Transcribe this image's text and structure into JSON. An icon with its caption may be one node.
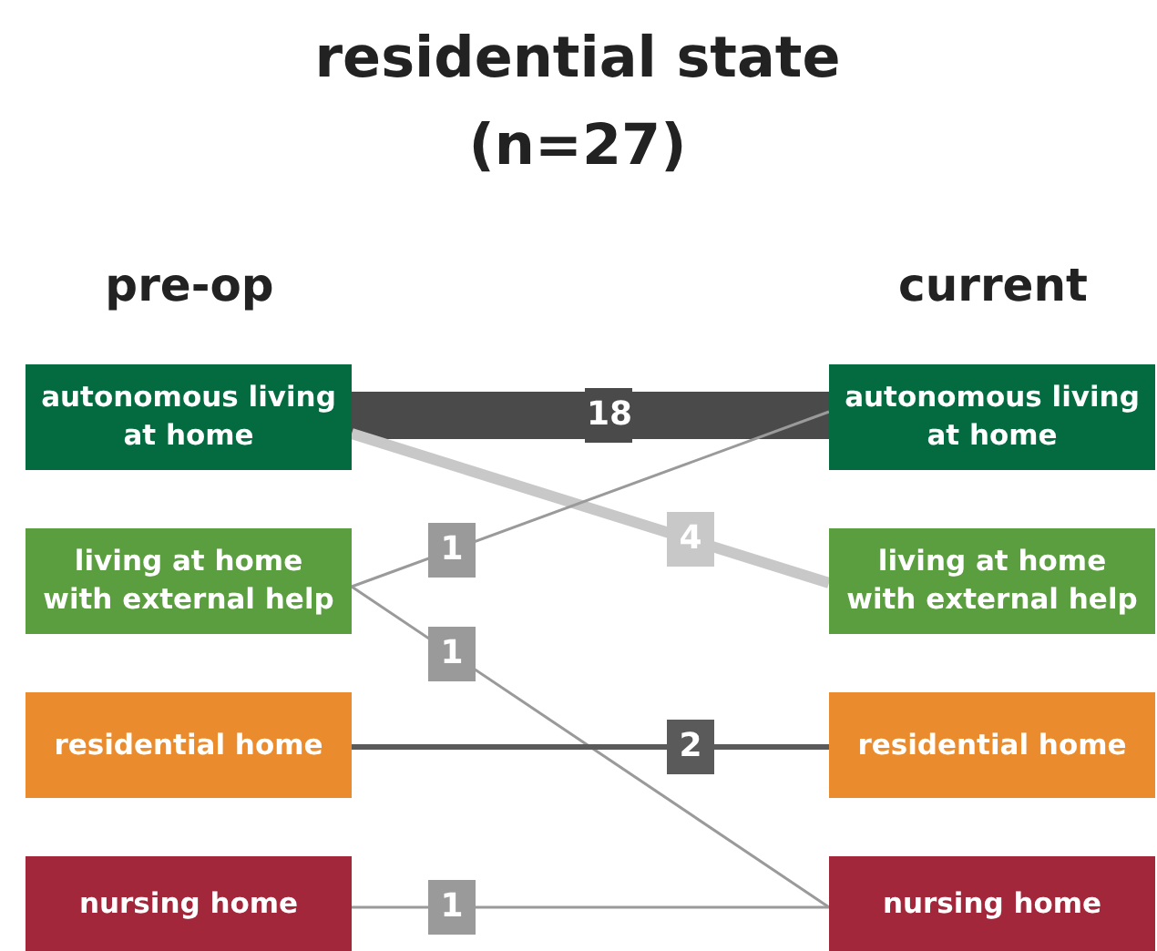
{
  "diagram": {
    "title": "residential state (n=27)",
    "nodes": [
      {
        "text": [
          "autonomous living at home"
        ]
      },
      {
        "text": [
          "living at home with external help"
        ]
      },
      {
        "text": [
          "residential home"
        ]
      },
      {
        "text": [
          "nursing home"
        ]
      },
      {
        "text": [
          "autonomous living at home"
        ]
      },
      {
        "text": [
          "living at home with external help"
        ]
      },
      {
        "text": [
          "residential home"
        ]
      },
      {
        "text": [
          "nursing home"
        ]
      }
    ],
    "edges": [
      {
        "from": 0,
        "to": 4,
        "arrow": "none",
        "label": "18",
        "style": "thick",
        "color": "#4a4a4a"
      },
      {
        "from": 0,
        "to": 5,
        "arrow": "none",
        "label": "4",
        "style": "thick",
        "color": "#c8c8c8"
      },
      {
        "from": 1,
        "to": 4,
        "arrow": "none",
        "label": "1"
      },
      {
        "from": 1,
        "to": 7,
        "arrow": "none",
        "label": "1"
      },
      {
        "from": 2,
        "to": 6,
        "arrow": "none",
        "label": "2",
        "style": "thick",
        "color": "#5a5a5a"
      },
      {
        "from": 3,
        "to": 7,
        "arrow": "none",
        "label": "1"
      }
    ],
    "labels": [
      "pre-op",
      "current"
    ]
  }
}
